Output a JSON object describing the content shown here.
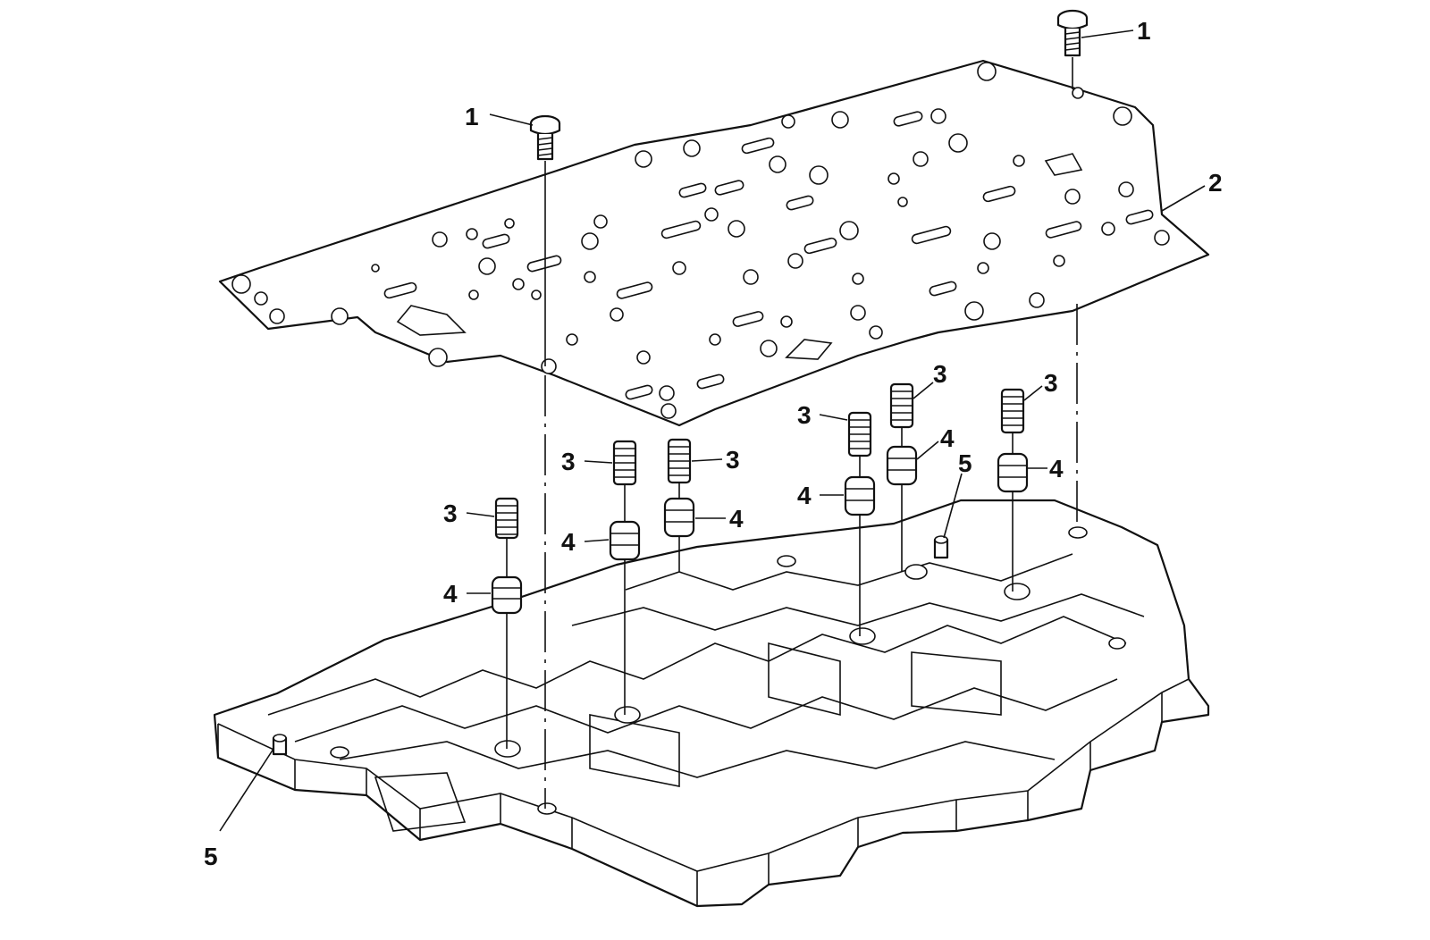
{
  "callouts": {
    "bolt_right": "1",
    "bolt_left": "1",
    "spacer_plate": "2",
    "spring_a": "3",
    "spring_b": "3",
    "spring_c": "3",
    "spring_d": "3",
    "spring_e": "3",
    "spring_f": "3",
    "valve_a": "4",
    "valve_b": "4",
    "valve_c": "4",
    "valve_d": "4",
    "valve_e": "4",
    "valve_f": "4",
    "pin_left": "5",
    "pin_right": "5"
  }
}
